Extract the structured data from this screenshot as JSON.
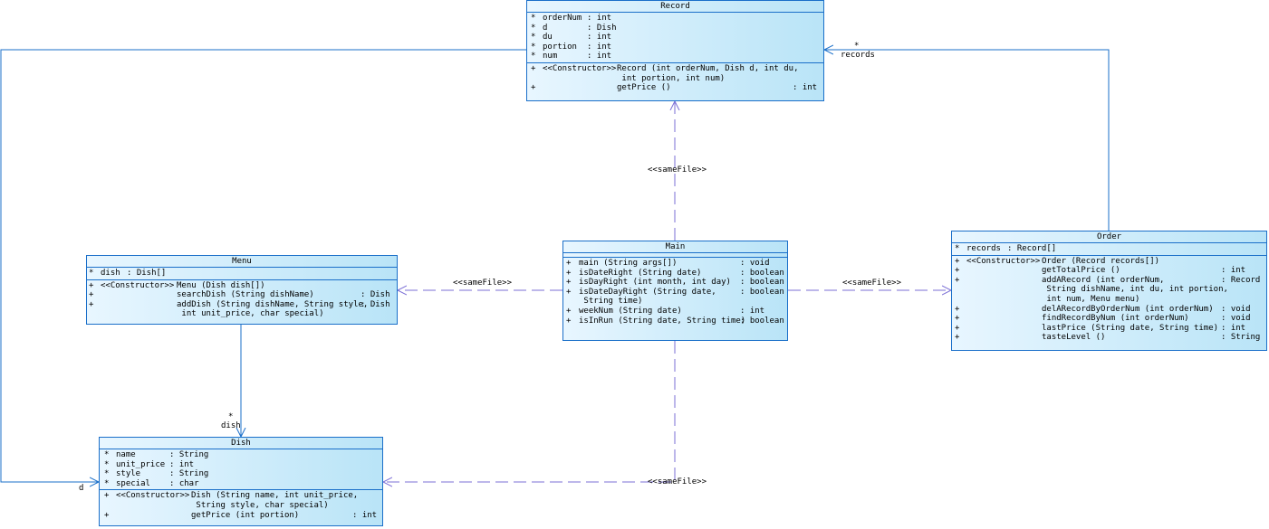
{
  "diagram": {
    "classes": {
      "record": {
        "name": "Record",
        "attributes": [
          {
            "vis": "*",
            "name": "orderNum",
            "type": ": int"
          },
          {
            "vis": "*",
            "name": "d",
            "type": ": Dish"
          },
          {
            "vis": "*",
            "name": "du",
            "type": ": int"
          },
          {
            "vis": "*",
            "name": "portion",
            "type": ": int"
          },
          {
            "vis": "*",
            "name": "num",
            "type": ": int"
          }
        ],
        "operations": [
          {
            "vis": "+",
            "stereo": "<<Constructor>>",
            "sig": "Record (int orderNum, Dish d, int du,",
            "ret": ""
          },
          {
            "vis": "",
            "stereo": "",
            "sig": " int portion, int num)",
            "ret": ""
          },
          {
            "vis": "+",
            "stereo": "",
            "sig": "getPrice ()",
            "ret": ": int"
          }
        ]
      },
      "menu": {
        "name": "Menu",
        "attributes": [
          {
            "vis": "*",
            "name": "dish",
            "type": ": Dish[]"
          }
        ],
        "operations": [
          {
            "vis": "+",
            "stereo": "<<Constructor>>",
            "sig": "Menu (Dish dish[])",
            "ret": ""
          },
          {
            "vis": "+",
            "stereo": "",
            "sig": "searchDish (String dishName)",
            "ret": ": Dish"
          },
          {
            "vis": "+",
            "stereo": "",
            "sig": "addDish (String dishName, String style,",
            "ret": ": Dish"
          },
          {
            "vis": "",
            "stereo": "",
            "sig": " int unit_price, char special)",
            "ret": ""
          }
        ]
      },
      "main": {
        "name": "Main",
        "operations": [
          {
            "vis": "+",
            "sig": "main (String args[])",
            "ret": ": void"
          },
          {
            "vis": "+",
            "sig": "isDateRight (String date)",
            "ret": ": boolean"
          },
          {
            "vis": "+",
            "sig": "isDayRight (int month, int day)",
            "ret": ": boolean"
          },
          {
            "vis": "+",
            "sig": "isDateDayRight (String date,",
            "ret": ": boolean"
          },
          {
            "vis": "",
            "sig": " String time)",
            "ret": ""
          },
          {
            "vis": "+",
            "sig": "weekNum (String date)",
            "ret": ": int"
          },
          {
            "vis": "+",
            "sig": "isInRun (String date, String time)",
            "ret": ": boolean"
          }
        ]
      },
      "order": {
        "name": "Order",
        "attributes": [
          {
            "vis": "*",
            "name": "records",
            "type": ": Record[]"
          }
        ],
        "operations": [
          {
            "vis": "+",
            "stereo": "<<Constructor>>",
            "sig": "Order (Record records[])",
            "ret": ""
          },
          {
            "vis": "+",
            "stereo": "",
            "sig": "getTotalPrice ()",
            "ret": ": int"
          },
          {
            "vis": "+",
            "stereo": "",
            "sig": "addARecord (int orderNum,",
            "ret": ": Record"
          },
          {
            "vis": "",
            "stereo": "",
            "sig": " String dishName, int du, int portion,",
            "ret": ""
          },
          {
            "vis": "",
            "stereo": "",
            "sig": " int num, Menu menu)",
            "ret": ""
          },
          {
            "vis": "+",
            "stereo": "",
            "sig": "delARecordByOrderNum (int orderNum)",
            "ret": ": void"
          },
          {
            "vis": "+",
            "stereo": "",
            "sig": "findRecordByNum (int orderNum)",
            "ret": ": void"
          },
          {
            "vis": "+",
            "stereo": "",
            "sig": "lastPrice (String date, String time)",
            "ret": ": int"
          },
          {
            "vis": "+",
            "stereo": "",
            "sig": "tasteLevel ()",
            "ret": ": String"
          }
        ]
      },
      "dish": {
        "name": "Dish",
        "attributes": [
          {
            "vis": "*",
            "name": "name",
            "type": ": String"
          },
          {
            "vis": "*",
            "name": "unit_price",
            "type": ": int"
          },
          {
            "vis": "*",
            "name": "style",
            "type": ": String"
          },
          {
            "vis": "*",
            "name": "special",
            "type": ": char"
          }
        ],
        "operations": [
          {
            "vis": "+",
            "stereo": "<<Constructor>>",
            "sig": "Dish (String name, int unit_price,",
            "ret": ""
          },
          {
            "vis": "",
            "stereo": "",
            "sig": " String style, char special)",
            "ret": ""
          },
          {
            "vis": "+",
            "stereo": "",
            "sig": "getPrice (int portion)",
            "ret": ": int"
          }
        ]
      }
    },
    "relations": {
      "same_file": "<<sameFile>>",
      "records_mult": "*",
      "records_role": "records",
      "dish_mult": "*",
      "dish_role": "dish",
      "d_role": "d"
    },
    "colors": {
      "border": "#1a6fc9",
      "fill_start": "#e8f6ff",
      "fill_end": "#b9e4f7",
      "association": "#1a6fc9",
      "dependency": "#7b6fd6"
    }
  }
}
